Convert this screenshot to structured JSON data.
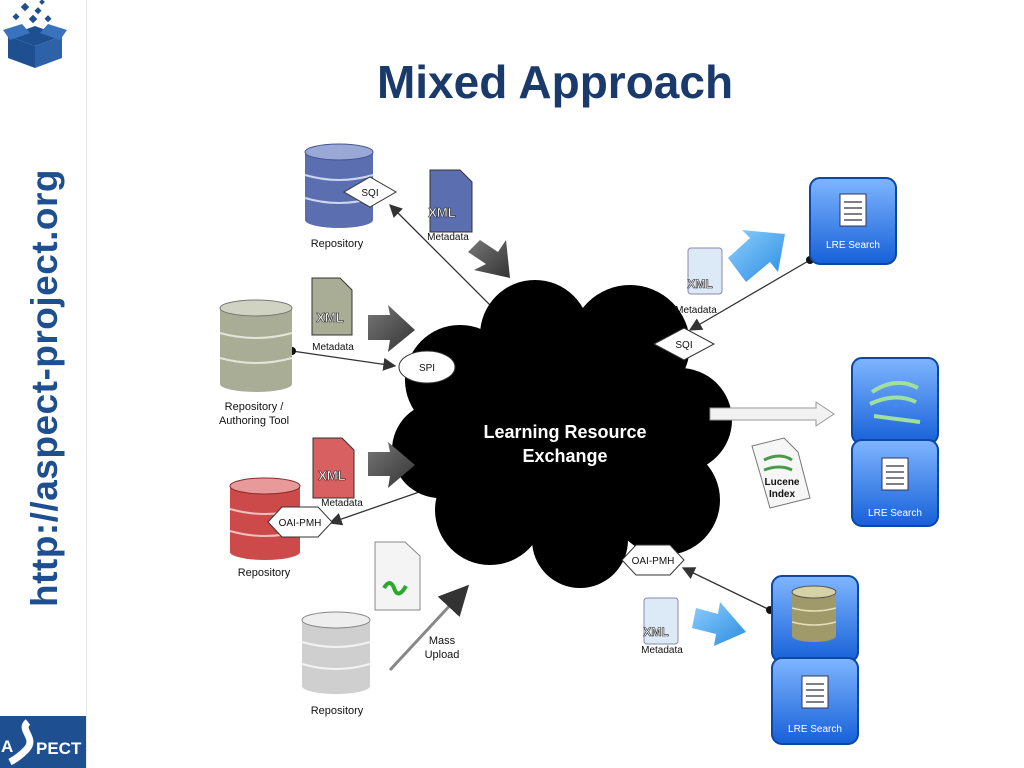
{
  "sidebar": {
    "url": "http://aspect-project.org",
    "logo_text": "PECT",
    "logo_letter": "A"
  },
  "title": "Mixed Approach",
  "diagram": {
    "cloud_line1": "Learning Resource",
    "cloud_line2": "Exchange",
    "repo1": "Repository",
    "repo2_line1": "Repository /",
    "repo2_line2": "Authoring Tool",
    "repo3": "Repository",
    "repo4": "Repository",
    "xml": "XML",
    "metadata": "Metadata",
    "sqi": "SQI",
    "spi": "SPI",
    "oai": "OAI-PMH",
    "mass_line1": "Mass",
    "mass_line2": "Upload",
    "lre_search": "LRE Search",
    "lucene_line1": "Lucene",
    "lucene_line2": "Index",
    "colors": {
      "title": "#1a3a6b",
      "url": "#1d4f91",
      "blue_box": "#1b6fe0",
      "cloud": "#000000"
    }
  }
}
